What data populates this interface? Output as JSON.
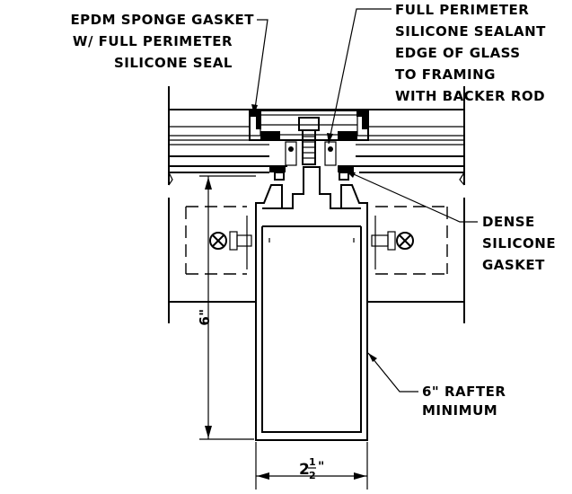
{
  "callouts": {
    "epdm_line1": "EPDM SPONGE GASKET",
    "epdm_line2": "W/ FULL PERIMETER",
    "epdm_line3": "SILICONE SEAL",
    "sealant_line1": "FULL PERIMETER",
    "sealant_line2": "SILICONE SEALANT",
    "sealant_line3": "EDGE OF GLASS",
    "sealant_line4": "TO FRAMING",
    "sealant_line5": "WITH BACKER ROD",
    "dense_line1": "DENSE",
    "dense_line2": "SILICONE",
    "dense_line3": "GASKET",
    "rafter_line1": "6\" RAFTER",
    "rafter_line2": "MINIMUM"
  },
  "dimensions": {
    "height": "6\"",
    "width_whole": "2",
    "width_num": "1",
    "width_den": "2",
    "width_inch": "\""
  }
}
